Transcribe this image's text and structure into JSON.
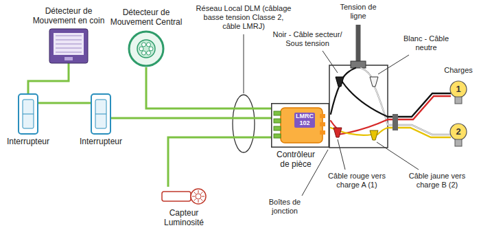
{
  "diagram": {
    "nodes": [
      {
        "text": [
          "Détecteur de Mouvement en coin"
        ]
      },
      {
        "text": [
          "Détecteur de Mouvement Central"
        ]
      },
      {
        "text": [
          "Interrupteur"
        ]
      },
      {
        "text": [
          "Interrupteur"
        ]
      },
      {
        "text": [
          "LMRC 102",
          "Contrôleur de pièce"
        ]
      },
      {
        "text": [
          "Capteur Luminosité"
        ]
      },
      {
        "text": [
          "1"
        ]
      },
      {
        "text": [
          "2"
        ]
      }
    ],
    "edges": [
      {
        "from": 0,
        "to": 2,
        "arrow": "none"
      },
      {
        "from": 2,
        "to": 3,
        "arrow": "none"
      },
      {
        "from": 3,
        "to": 4,
        "arrow": "none"
      },
      {
        "from": 1,
        "to": 4,
        "arrow": "none"
      },
      {
        "from": 5,
        "to": 4,
        "arrow": "none"
      }
    ],
    "labels": [
      "Réseau Local DLM (câblage basse tension Classe 2, câble LMRJ)",
      "Tension de ligne",
      "Noir - Câble secteur/ Sous tension",
      "Blanc - Câble neutre",
      "Charges",
      "Boîtes de jonction",
      "Câble rouge vers charge A (1)",
      "Câble jaune vers charge B (2)"
    ]
  }
}
